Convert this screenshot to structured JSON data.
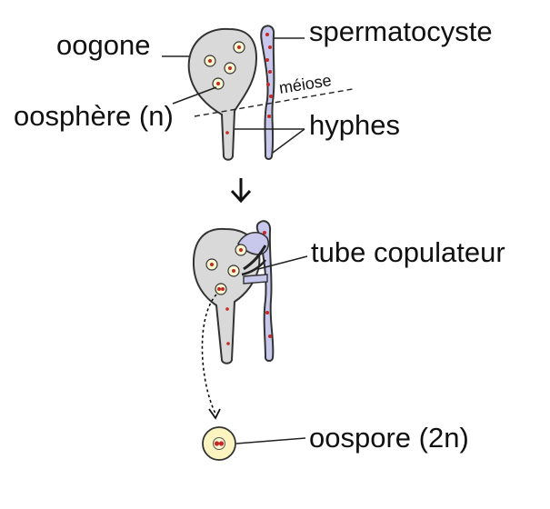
{
  "labels": {
    "oogone": "oogone",
    "spermatocyste": "spermatocyste",
    "meiose": "méiose",
    "oosphere": "oosphère (n)",
    "hyphes": "hyphes",
    "tube_copulateur": "tube copulateur",
    "oospore": "oospore (2n)"
  },
  "colors": {
    "cell_fill": "#d9d9d9",
    "outline": "#333333",
    "hypha_male": "#c8c8ec",
    "nucleus_fill": "#f9f7cf",
    "nucleus_dot": "#c62828",
    "oospore_fill": "#fbf3c0"
  }
}
